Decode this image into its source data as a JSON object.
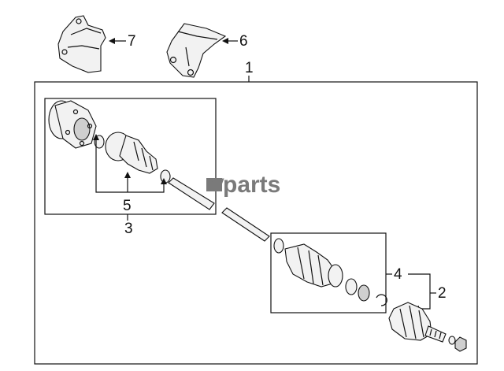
{
  "watermark": {
    "text": "parts",
    "mark": "v"
  },
  "callouts": {
    "c1": "1",
    "c2": "2",
    "c3": "3",
    "c4": "4",
    "c5": "5",
    "c6": "6",
    "c7": "7"
  },
  "colors": {
    "line": "#111111",
    "fill": "#f2f2f2",
    "watermark": "#7a7a7a"
  }
}
